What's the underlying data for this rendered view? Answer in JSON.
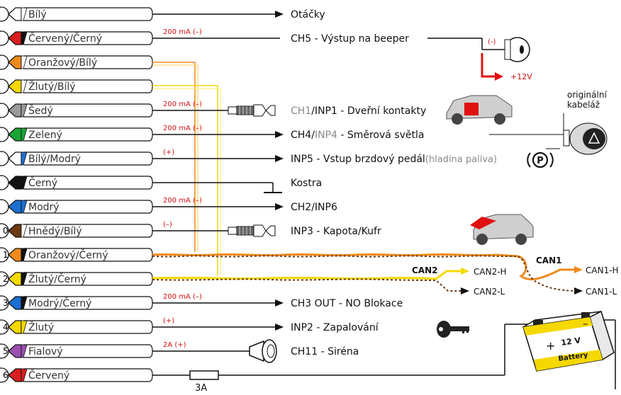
{
  "pins": [
    {
      "num": "",
      "label": "Bílý",
      "color": "#ffffff",
      "accent": "#ffffff"
    },
    {
      "num": "",
      "label": "Červený/Černý",
      "color": "#d81e1e",
      "accent": "#111111"
    },
    {
      "num": "",
      "label": "Oranžový/Bílý",
      "color": "#f08a1c",
      "accent": "#ffffff"
    },
    {
      "num": "",
      "label": "Žlutý/Bílý",
      "color": "#f5d800",
      "accent": "#ffffff"
    },
    {
      "num": "",
      "label": "Šedý",
      "color": "#9a9a9a",
      "accent": "#9a9a9a"
    },
    {
      "num": "",
      "label": "Zelený",
      "color": "#1aa537",
      "accent": "#1aa537"
    },
    {
      "num": "",
      "label": "Bílý/Modrý",
      "color": "#ffffff",
      "accent": "#1b6fd1"
    },
    {
      "num": "",
      "label": "Černý",
      "color": "#111111",
      "accent": "#111111"
    },
    {
      "num": "",
      "label": "Modrý",
      "color": "#1b6fd1",
      "accent": "#1b6fd1"
    },
    {
      "num": "0",
      "label": "Hnědý/Bílý",
      "color": "#6b3a12",
      "accent": "#ffffff"
    },
    {
      "num": "1",
      "label": "Oranžový/Černý",
      "color": "#f08a1c",
      "accent": "#111111"
    },
    {
      "num": "2",
      "label": "Žlutý/Černý",
      "color": "#f5d800",
      "accent": "#111111"
    },
    {
      "num": "3",
      "label": "Modrý/Černý",
      "color": "#1b6fd1",
      "accent": "#111111"
    },
    {
      "num": "4",
      "label": "Žlutý",
      "color": "#f5d800",
      "accent": "#f5d800"
    },
    {
      "num": "5",
      "label": "Fialový",
      "color": "#9b4fb0",
      "accent": "#9b4fb0"
    },
    {
      "num": "6",
      "label": "Červený",
      "color": "#d81e1e",
      "accent": "#d81e1e"
    }
  ],
  "currents": {
    "ch5": "200 mA (–)",
    "ch1": "200 mA (–)",
    "ch4": "200 mA (–)",
    "inp5": "(+)",
    "ch2": "200 mA (–)",
    "inp3": "(–)",
    "ch3": "200 mA (–)",
    "inp2": "(+)",
    "ch11": "2A (+)"
  },
  "functions": {
    "otacky": "Otáčky",
    "ch5": "CH5 - Výstup na beeper",
    "ch1_grey": "CH1",
    "ch1_rest": "/INP1 - Dveřní kontakty",
    "ch4_a": "CH4/",
    "ch4_grey": "INP4",
    "ch4_b": " - Směrová světla",
    "inp5": "INP5 - Vstup brzdový pedál",
    "inp5_grey": "(hladina paliva)",
    "kostra": "Kostra",
    "ch2": "CH2/INP6",
    "inp3": "INP3 - Kapota/Kufr",
    "ch3": "CH3 OUT - NO Blokace",
    "inp2": "INP2 - Zapalování",
    "ch11": "CH11 - Siréna"
  },
  "beeper": {
    "minus": "(-)",
    "plus": "+12V"
  },
  "can": {
    "can2": "CAN2",
    "can2h": "CAN2-H",
    "can2l": "CAN2-L",
    "can1": "CAN1",
    "can1h": "CAN1-H",
    "can1l": "CAN1-L"
  },
  "original": {
    "line1": "originální",
    "line2": "kabeláž"
  },
  "fuse": "3A",
  "battery": {
    "voltage": "12 V",
    "label": "Battery",
    "plus": "+",
    "minus": "–"
  },
  "parking_symbol": "P"
}
